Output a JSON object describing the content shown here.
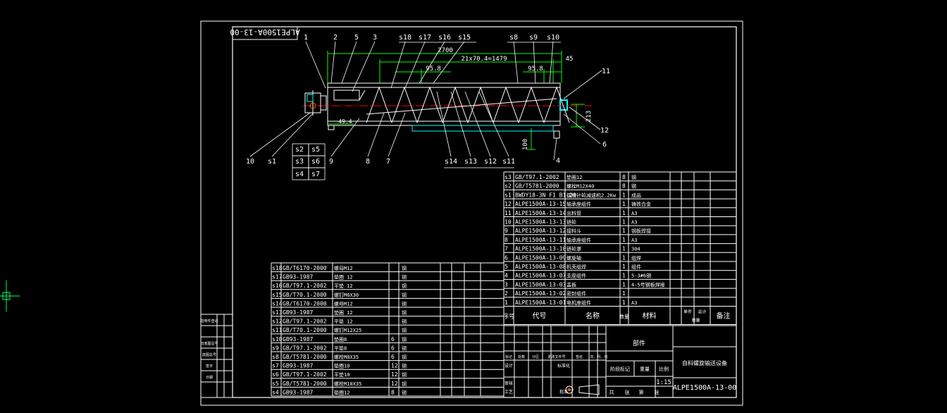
{
  "drawing": {
    "code_rotated": "ALPE1500A-13-00",
    "title": "自料螺旋输送设备",
    "code": "ALPE1500A-13-00",
    "scale": "1:15",
    "unit_label": "部件",
    "colors": {
      "background": "#000000",
      "line": "#ffffff",
      "dimension": "#00ff00",
      "highlight": "#00ffff",
      "center": "#ff0000",
      "cursor": "#00ff66"
    }
  },
  "callouts_top": [
    "1",
    "2",
    "5",
    "3",
    "s18",
    "s17",
    "s16",
    "s15",
    "s8",
    "s9",
    "s10"
  ],
  "callouts_right": [
    "11",
    "12",
    "6",
    "4"
  ],
  "callouts_bottom": [
    "10",
    "s1",
    "s2",
    "s5",
    "s3",
    "s6",
    "s4",
    "s7",
    "9",
    "8",
    "7",
    "s14",
    "s13",
    "s12",
    "s11"
  ],
  "dimensions": {
    "overall": "2700",
    "pitch": "21x70.4=1479",
    "end_offset": "45",
    "left_pitch": "95.8",
    "right_pitch": "95.8",
    "height": "213",
    "support": "100",
    "inlet": "49.4"
  },
  "parts_table_right": {
    "rows": [
      {
        "no": "s3",
        "code": "GB/T97.1-2002",
        "name": "垫圈12",
        "qty": "8",
        "mat": "钢"
      },
      {
        "no": "s2",
        "code": "GB/T5781-2000",
        "name": "螺栓M12X40",
        "qty": "8",
        "mat": "钢"
      },
      {
        "no": "s1",
        "code": "BWDY18-3N F1 B1.20",
        "name": "摆线针轮减速机2.2Kw",
        "qty": "1",
        "mat": "成品"
      },
      {
        "no": "12",
        "code": "ALPE1500A-13-15",
        "name": "轴承座组件",
        "qty": "1",
        "mat": "铸铁合金"
      },
      {
        "no": "11",
        "code": "ALPE1500A-13-14",
        "name": "出料管",
        "qty": "1",
        "mat": "A3"
      },
      {
        "no": "10",
        "code": "ALPE1500A-13-13",
        "name": "链轮",
        "qty": "1",
        "mat": "A3"
      },
      {
        "no": "9",
        "code": "ALPE1500A-13-12",
        "name": "接料斗",
        "qty": "1",
        "mat": "钢板焊接"
      },
      {
        "no": "8",
        "code": "ALPE1500A-13-11",
        "name": "轴承座组件",
        "qty": "1",
        "mat": "A3"
      },
      {
        "no": "7",
        "code": "ALPE1500A-13-10",
        "name": "链轮罩",
        "qty": "1",
        "mat": "304"
      },
      {
        "no": "6",
        "code": "ALPE1500A-13-09",
        "name": "螺旋轴",
        "qty": "1",
        "mat": "组焊"
      },
      {
        "no": "5",
        "code": "ALPE1500A-13-08",
        "name": "机壳组焊",
        "qty": "1",
        "mat": "组件"
      },
      {
        "no": "4",
        "code": "ALPE1500A-13-07",
        "name": "支座组件",
        "qty": "1",
        "mat": "5-3#6钢"
      },
      {
        "no": "3",
        "code": "ALPE1500A-13-03",
        "name": "盖板",
        "qty": "1",
        "mat": "4-5号钢板焊接"
      },
      {
        "no": "2",
        "code": "ALPE1500A-13-02",
        "name": "密封组件",
        "qty": "1",
        "mat": ""
      },
      {
        "no": "1",
        "code": "ALPE1500A-13-01",
        "name": "电机座组件",
        "qty": "1",
        "mat": "A3"
      }
    ],
    "header": {
      "no": "序号",
      "code": "代号",
      "name": "名称",
      "qty": "数量",
      "mat": "材料",
      "single": "单件",
      "total": "总计",
      "weight": "重量",
      "remark": "备注"
    }
  },
  "parts_table_left": {
    "rows": [
      {
        "no": "s18",
        "code": "GB/T6170-2000",
        "name": "螺母M12",
        "qty": "",
        "mat": "钢"
      },
      {
        "no": "s17",
        "code": "GB93-1987",
        "name": "垫圈 12",
        "qty": "",
        "mat": "钢"
      },
      {
        "no": "s16",
        "code": "GB/T97.1-2002",
        "name": "平垫 12",
        "qty": "",
        "mat": "钢"
      },
      {
        "no": "s15",
        "code": "GB/T70.1-2000",
        "name": "螺钉M6X30",
        "qty": "",
        "mat": "钢"
      },
      {
        "no": "s14",
        "code": "GB/T6170-2000",
        "name": "螺母M12",
        "qty": "",
        "mat": "钢"
      },
      {
        "no": "s13",
        "code": "GB93-1987",
        "name": "垫圈 12",
        "qty": "",
        "mat": "钢"
      },
      {
        "no": "s12",
        "code": "GB/T97.1-2002",
        "name": "平垫 12",
        "qty": "",
        "mat": "钢"
      },
      {
        "no": "s11",
        "code": "GB/T70.1-2000",
        "name": "螺钉M12X25",
        "qty": "",
        "mat": "钢"
      },
      {
        "no": "s10",
        "code": "GB93-1987",
        "name": "垫圈8",
        "qty": "6",
        "mat": "钢"
      },
      {
        "no": "s9",
        "code": "GB/T97.1-2002",
        "name": "平垫8",
        "qty": "6",
        "mat": "钢"
      },
      {
        "no": "s8",
        "code": "GB/T5781-2000",
        "name": "螺栓M8X35",
        "qty": "6",
        "mat": "钢"
      },
      {
        "no": "s7",
        "code": "GB93-1987",
        "name": "垫圈10",
        "qty": "12",
        "mat": "钢"
      },
      {
        "no": "s6",
        "code": "GB/T97.1-2002",
        "name": "平垫10",
        "qty": "12",
        "mat": "钢"
      },
      {
        "no": "s5",
        "code": "GB/T5781-2000",
        "name": "螺栓M10X35",
        "qty": "12",
        "mat": "钢"
      },
      {
        "no": "s4",
        "code": "GB93-1987",
        "name": "垫圈12",
        "qty": "8",
        "mat": "钢"
      }
    ]
  },
  "title_block": {
    "labels": [
      "标记",
      "处数",
      "分区",
      "更改文件号",
      "签名",
      "年、月、日"
    ],
    "roles": [
      "设计",
      "标准化",
      "审核",
      "工艺",
      "批准"
    ],
    "stage_labels": [
      "阶段标记",
      "重量",
      "比例"
    ],
    "sheet": [
      "共",
      "张",
      "第",
      "张"
    ]
  },
  "side_block": [
    "借用件登记",
    "旧底图总号",
    "底图总号",
    "签字",
    "日期"
  ]
}
